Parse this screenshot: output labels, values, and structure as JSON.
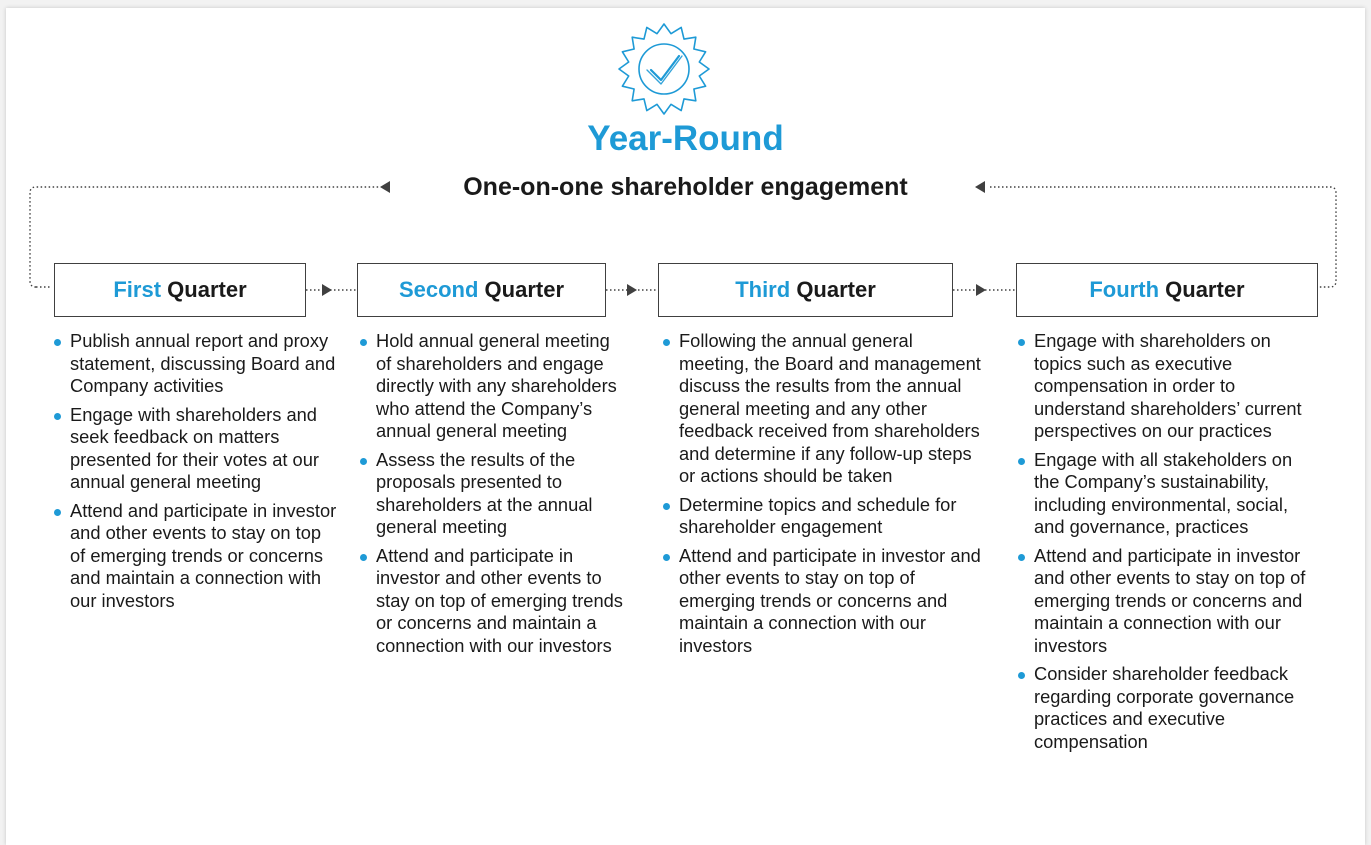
{
  "title": "Year-Round",
  "subtitle": "One-on-one shareholder engagement",
  "colors": {
    "accent": "#1e9ad6",
    "text": "#1a1a1a",
    "connector": "#404040"
  },
  "icons": {
    "badge": "check-badge-icon",
    "arrow": "arrowhead-icon"
  },
  "quarters": [
    {
      "ordinal": "First",
      "word": "Quarter",
      "items": [
        "Publish annual report and proxy statement, discussing Board and Company activities",
        "Engage with shareholders and seek feedback on matters presented for their votes at our annual general meeting",
        "Attend and participate in investor and other events to stay on top of emerging trends or concerns and maintain a connection with our investors"
      ]
    },
    {
      "ordinal": "Second",
      "word": "Quarter",
      "items": [
        "Hold annual general meeting of shareholders and engage directly with any shareholders who attend the Company’s annual general meeting",
        "Assess the results of the proposals presented to shareholders at the annual general meeting",
        "Attend and participate in investor and other events to stay on top of emerging trends or concerns and maintain a connection with our investors"
      ]
    },
    {
      "ordinal": "Third",
      "word": "Quarter",
      "items": [
        "Following the annual general meeting, the Board and management discuss the results from the annual general meeting and any other feedback received from shareholders and determine if any follow-up steps or actions should be taken",
        "Determine topics and schedule for shareholder engagement",
        "Attend and participate in investor and other events to stay on top of emerging trends or concerns and maintain a connection with our investors"
      ]
    },
    {
      "ordinal": "Fourth",
      "word": "Quarter",
      "items": [
        "Engage with shareholders on topics such as executive compensation in order to understand shareholders’ current perspectives on our practices",
        "Engage with all stakeholders on the Company’s sustainability, including environmental, social, and governance, practices",
        "Attend and participate in investor and other events to stay on top of emerging trends or concerns and maintain a connection with our investors",
        "Consider shareholder feedback regarding corporate governance practices and executive compensation"
      ]
    }
  ]
}
